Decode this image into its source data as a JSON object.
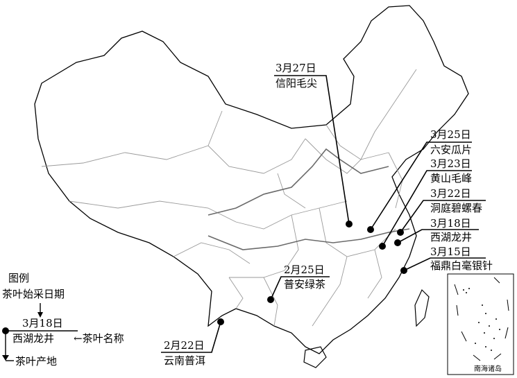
{
  "tea_sites": [
    {
      "date": "3月27日",
      "name": "信阳毛尖"
    },
    {
      "date": "3月25日",
      "name": "六安瓜片"
    },
    {
      "date": "3月23日",
      "name": "黄山毛峰"
    },
    {
      "date": "3月22日",
      "name": "洞庭碧螺春"
    },
    {
      "date": "3月18日",
      "name": "西湖龙井"
    },
    {
      "date": "3月15日",
      "name": "福鼎白毫银针"
    },
    {
      "date": "2月25日",
      "name": "普安绿茶"
    },
    {
      "date": "2月22日",
      "name": "云南普洱"
    }
  ],
  "legend": {
    "title": "图例",
    "date_desc": "茶叶始采日期",
    "sample_date": "3月18日",
    "sample_name": "西湖龙井",
    "name_desc": "←茶叶名称",
    "place_desc": "茶叶产地"
  },
  "inset": {
    "label": "南海诸岛"
  }
}
